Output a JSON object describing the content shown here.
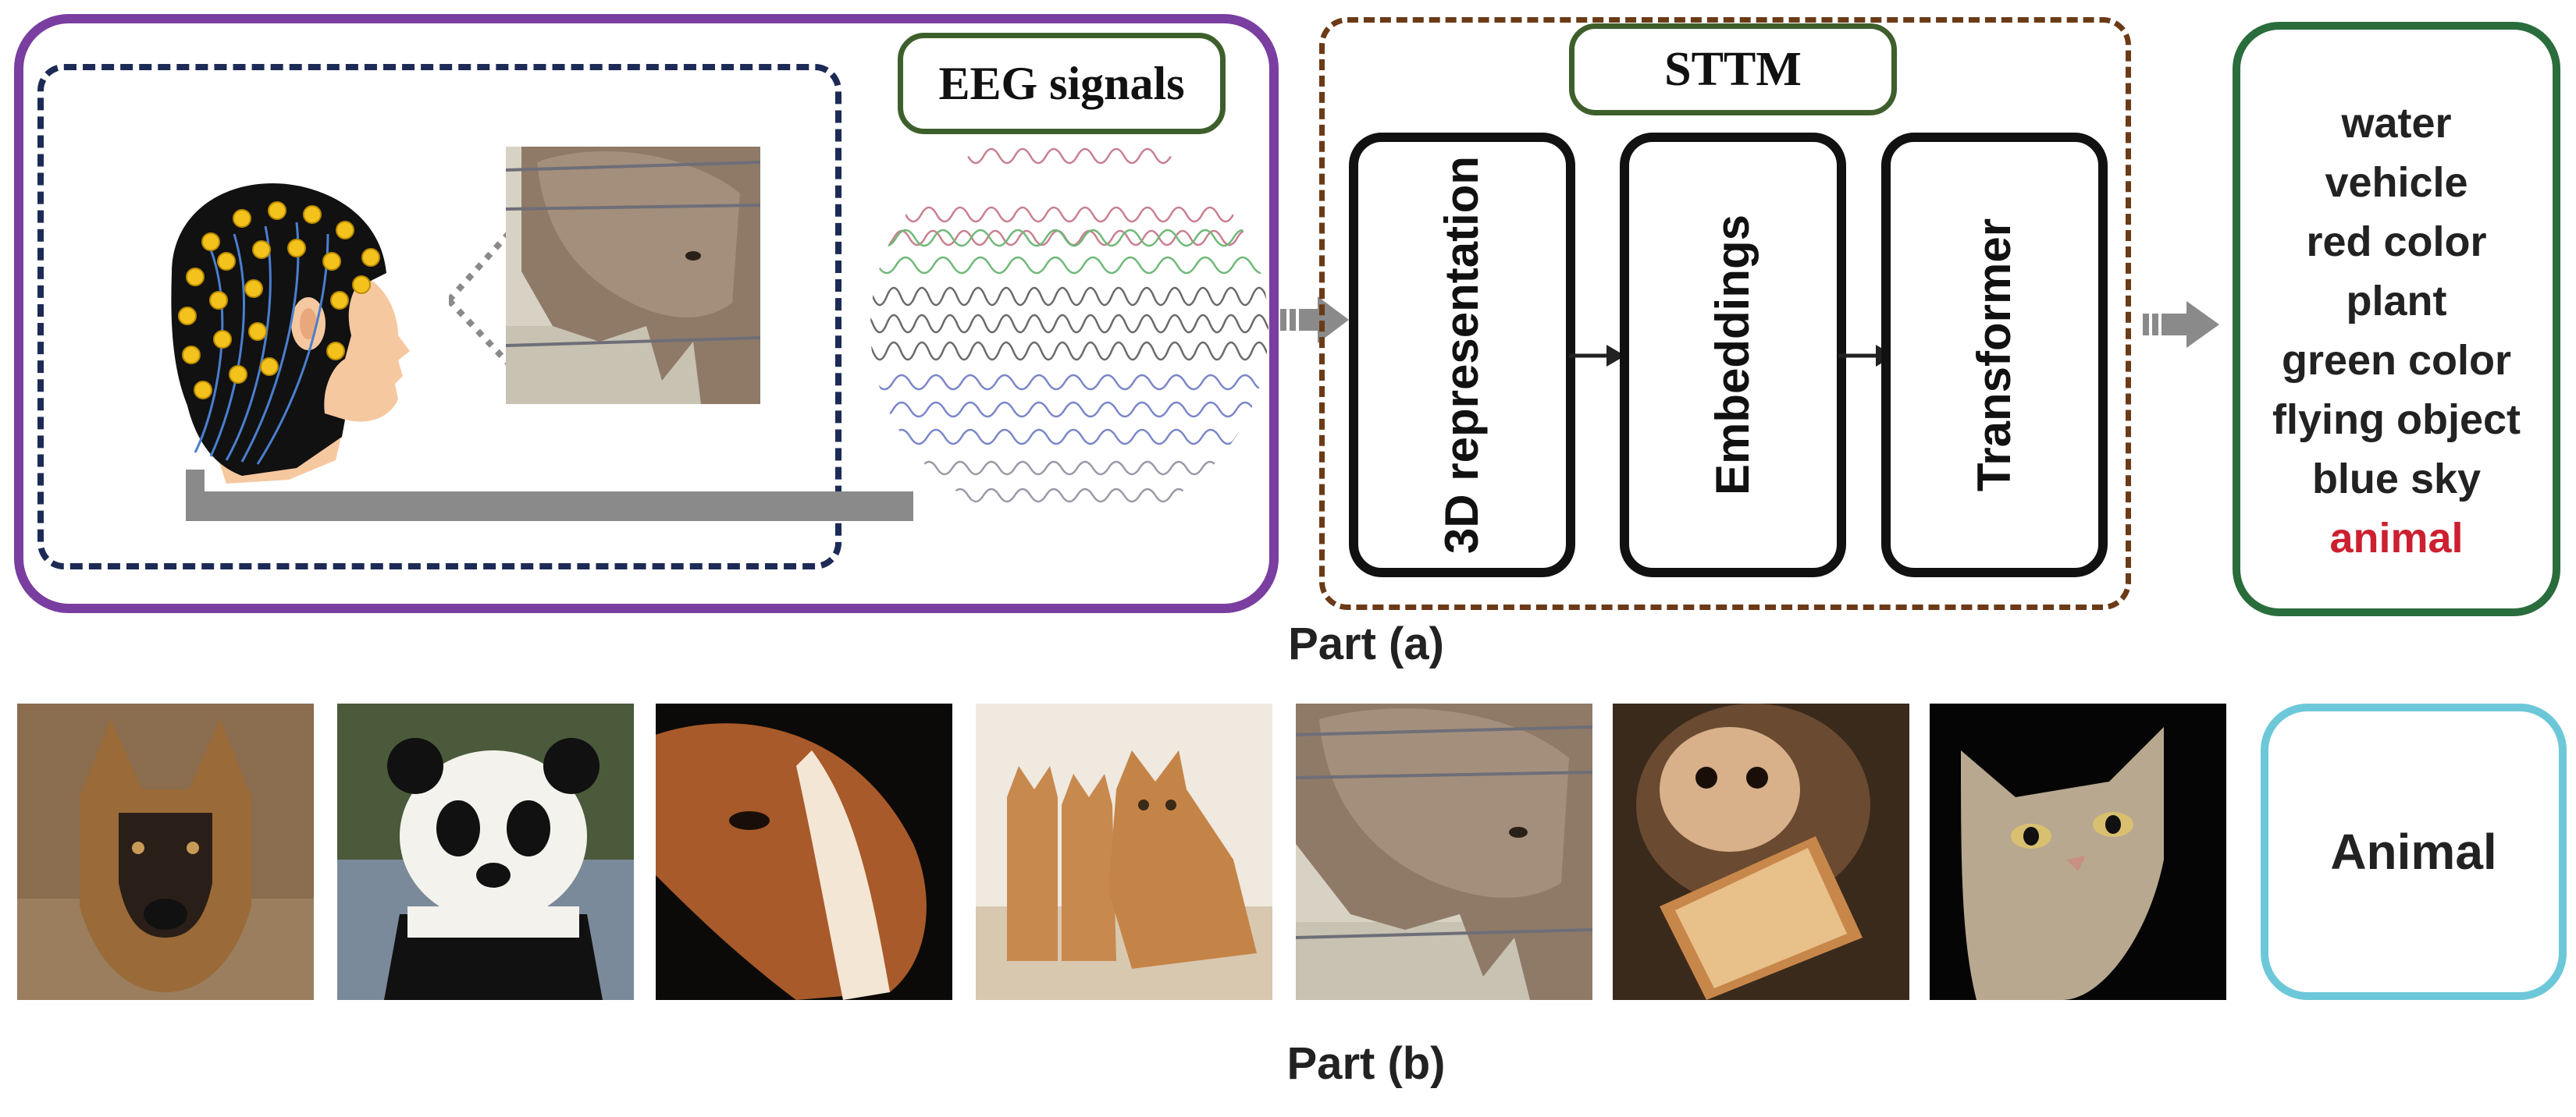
{
  "part_a": {
    "eeg_label": "EEG signals",
    "sttm_label": "STTM",
    "modules": [
      "3D representation",
      "Embeddings",
      "Transformer"
    ],
    "labels": [
      "water",
      "vehicle",
      "red color",
      "plant",
      "green color",
      "flying object",
      "blue sky",
      "animal"
    ],
    "highlight_label_color": "#cc2030",
    "caption": "Part (a)"
  },
  "part_b": {
    "images": [
      "dog-photo",
      "panda-photo",
      "horse-photo",
      "cats-photo",
      "elephant-photo",
      "monkey-photo",
      "cat-photo"
    ],
    "class_label": "Animal",
    "caption": "Part (b)"
  },
  "colors": {
    "part_a_frame": "#7a3ea0",
    "stimulus_frame": "#1c2a55",
    "sttm_frame": "#6b3a16",
    "result_frame": "#2a6d3c",
    "class_frame": "#6cc8d8"
  }
}
